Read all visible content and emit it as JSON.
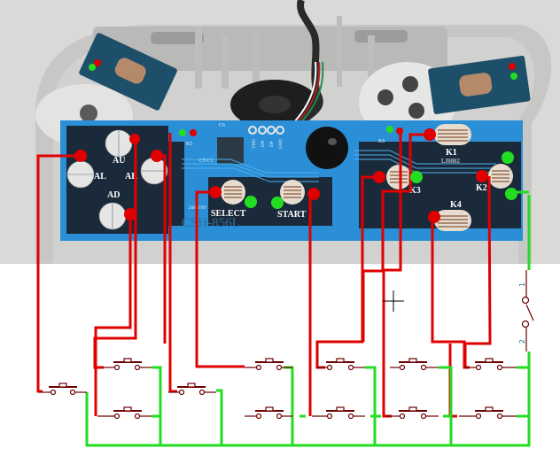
{
  "pcb": {
    "model": "CSH-856L",
    "date_code": "20090707",
    "chip": "LJ8882",
    "pads": {
      "up": "AU",
      "left": "AL",
      "right": "AR",
      "down": "AD",
      "select": "SELECT",
      "start": "START",
      "k1": "K1",
      "k2": "K2",
      "k3": "K3",
      "k4": "K4",
      "k5": "K5",
      "k6": "K6"
    },
    "pinout": [
      "VDD",
      "DN",
      "DP",
      "GND"
    ],
    "caps": "C5 C1",
    "c_label": "C6"
  },
  "switch": {
    "pin1": "1",
    "pin2": "2"
  },
  "colors": {
    "signal_wire": "#e00000",
    "ground_wire": "#22dd22",
    "pcb_blue": "#2a8fd6",
    "pcb_dark": "#1b2a3a",
    "schematic": "#6b0000",
    "background_photo": "#d8d8d8"
  }
}
